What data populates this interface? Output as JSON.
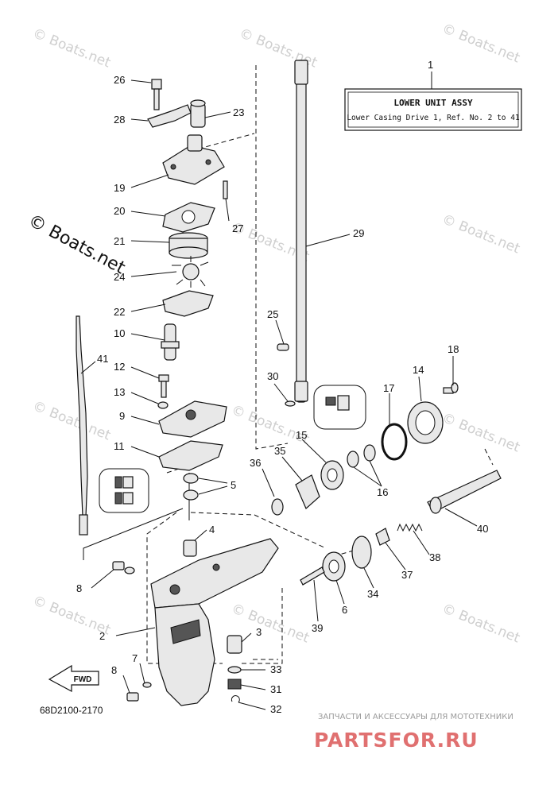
{
  "watermark_text": "© Boats.net",
  "legend": {
    "callout": "1",
    "title": "LOWER UNIT ASSY",
    "subtitle": "Lower Casing Drive 1,  Ref. No. 2 to 41"
  },
  "diagram_code": "68D2100-2170",
  "fwd_label": "FWD",
  "branding": {
    "tagline": "ЗАПЧАСТИ И АКСЕССУАРЫ ДЛЯ МОТОТЕХНИКИ",
    "name": "PARTSFOR.RU"
  },
  "callouts": [
    {
      "id": "c26",
      "label": "26"
    },
    {
      "id": "c28",
      "label": "28"
    },
    {
      "id": "c23",
      "label": "23"
    },
    {
      "id": "c19",
      "label": "19"
    },
    {
      "id": "c20",
      "label": "20"
    },
    {
      "id": "c27",
      "label": "27"
    },
    {
      "id": "c21",
      "label": "21"
    },
    {
      "id": "c24",
      "label": "24"
    },
    {
      "id": "c22",
      "label": "22"
    },
    {
      "id": "c10",
      "label": "10"
    },
    {
      "id": "c12",
      "label": "12"
    },
    {
      "id": "c13",
      "label": "13"
    },
    {
      "id": "c9",
      "label": "9"
    },
    {
      "id": "c11",
      "label": "11"
    },
    {
      "id": "c41",
      "label": "41"
    },
    {
      "id": "c5",
      "label": "5"
    },
    {
      "id": "c4",
      "label": "4"
    },
    {
      "id": "c8a",
      "label": "8"
    },
    {
      "id": "c2",
      "label": "2"
    },
    {
      "id": "c3",
      "label": "3"
    },
    {
      "id": "c7",
      "label": "7"
    },
    {
      "id": "c8b",
      "label": "8"
    },
    {
      "id": "c33",
      "label": "33"
    },
    {
      "id": "c31",
      "label": "31"
    },
    {
      "id": "c32",
      "label": "32"
    },
    {
      "id": "c29",
      "label": "29"
    },
    {
      "id": "c25",
      "label": "25"
    },
    {
      "id": "c30",
      "label": "30"
    },
    {
      "id": "c18",
      "label": "18"
    },
    {
      "id": "c14",
      "label": "14"
    },
    {
      "id": "c17",
      "label": "17"
    },
    {
      "id": "c15",
      "label": "15"
    },
    {
      "id": "c36",
      "label": "36"
    },
    {
      "id": "c35",
      "label": "35"
    },
    {
      "id": "c16",
      "label": "16"
    },
    {
      "id": "c40",
      "label": "40"
    },
    {
      "id": "c38",
      "label": "38"
    },
    {
      "id": "c37",
      "label": "37"
    },
    {
      "id": "c34",
      "label": "34"
    },
    {
      "id": "c6",
      "label": "6"
    },
    {
      "id": "c39",
      "label": "39"
    }
  ]
}
